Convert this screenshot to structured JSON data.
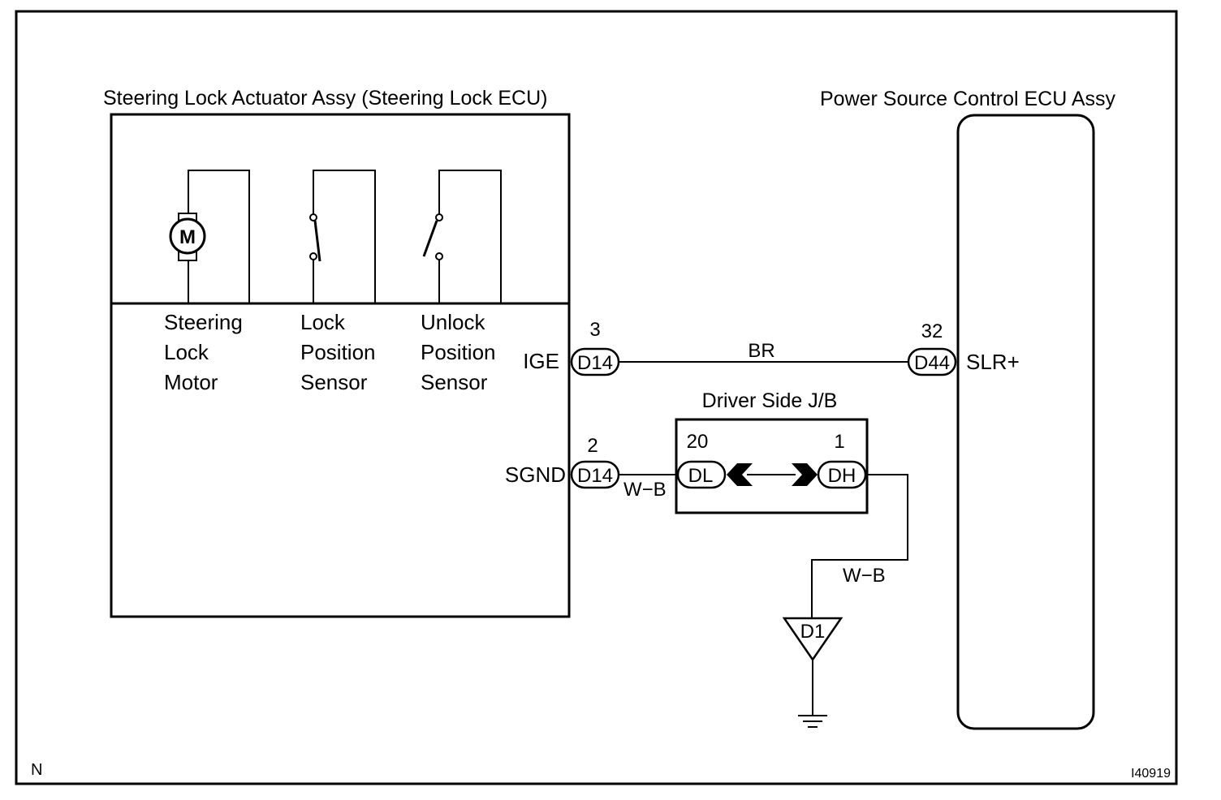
{
  "ecu_left": {
    "title": "Steering Lock Actuator Assy (Steering Lock ECU)"
  },
  "components": [
    {
      "lines": [
        "Steering",
        "Lock",
        "Motor"
      ],
      "symbol": "M"
    },
    {
      "lines": [
        "Lock",
        "Position",
        "Sensor"
      ]
    },
    {
      "lines": [
        "Unlock",
        "Position",
        "Sensor"
      ]
    }
  ],
  "ecu_right": {
    "title": "Power Source Control ECU Assy"
  },
  "junction_box": {
    "title": "Driver Side J/B"
  },
  "terminals": {
    "ige": {
      "pin": "3",
      "connector": "D14",
      "name": "IGE"
    },
    "sgnd": {
      "pin": "2",
      "connector": "D14",
      "name": "SGND"
    },
    "slr": {
      "pin": "32",
      "connector": "D44",
      "name": "SLR+"
    },
    "dl": {
      "pin": "20",
      "connector": "DL"
    },
    "dh": {
      "pin": "1",
      "connector": "DH"
    }
  },
  "wires": {
    "br": "BR",
    "wb1": "W−B",
    "wb2": "W−B"
  },
  "ground": {
    "label": "D1"
  },
  "footer": {
    "left": "N",
    "right": "I40919"
  }
}
